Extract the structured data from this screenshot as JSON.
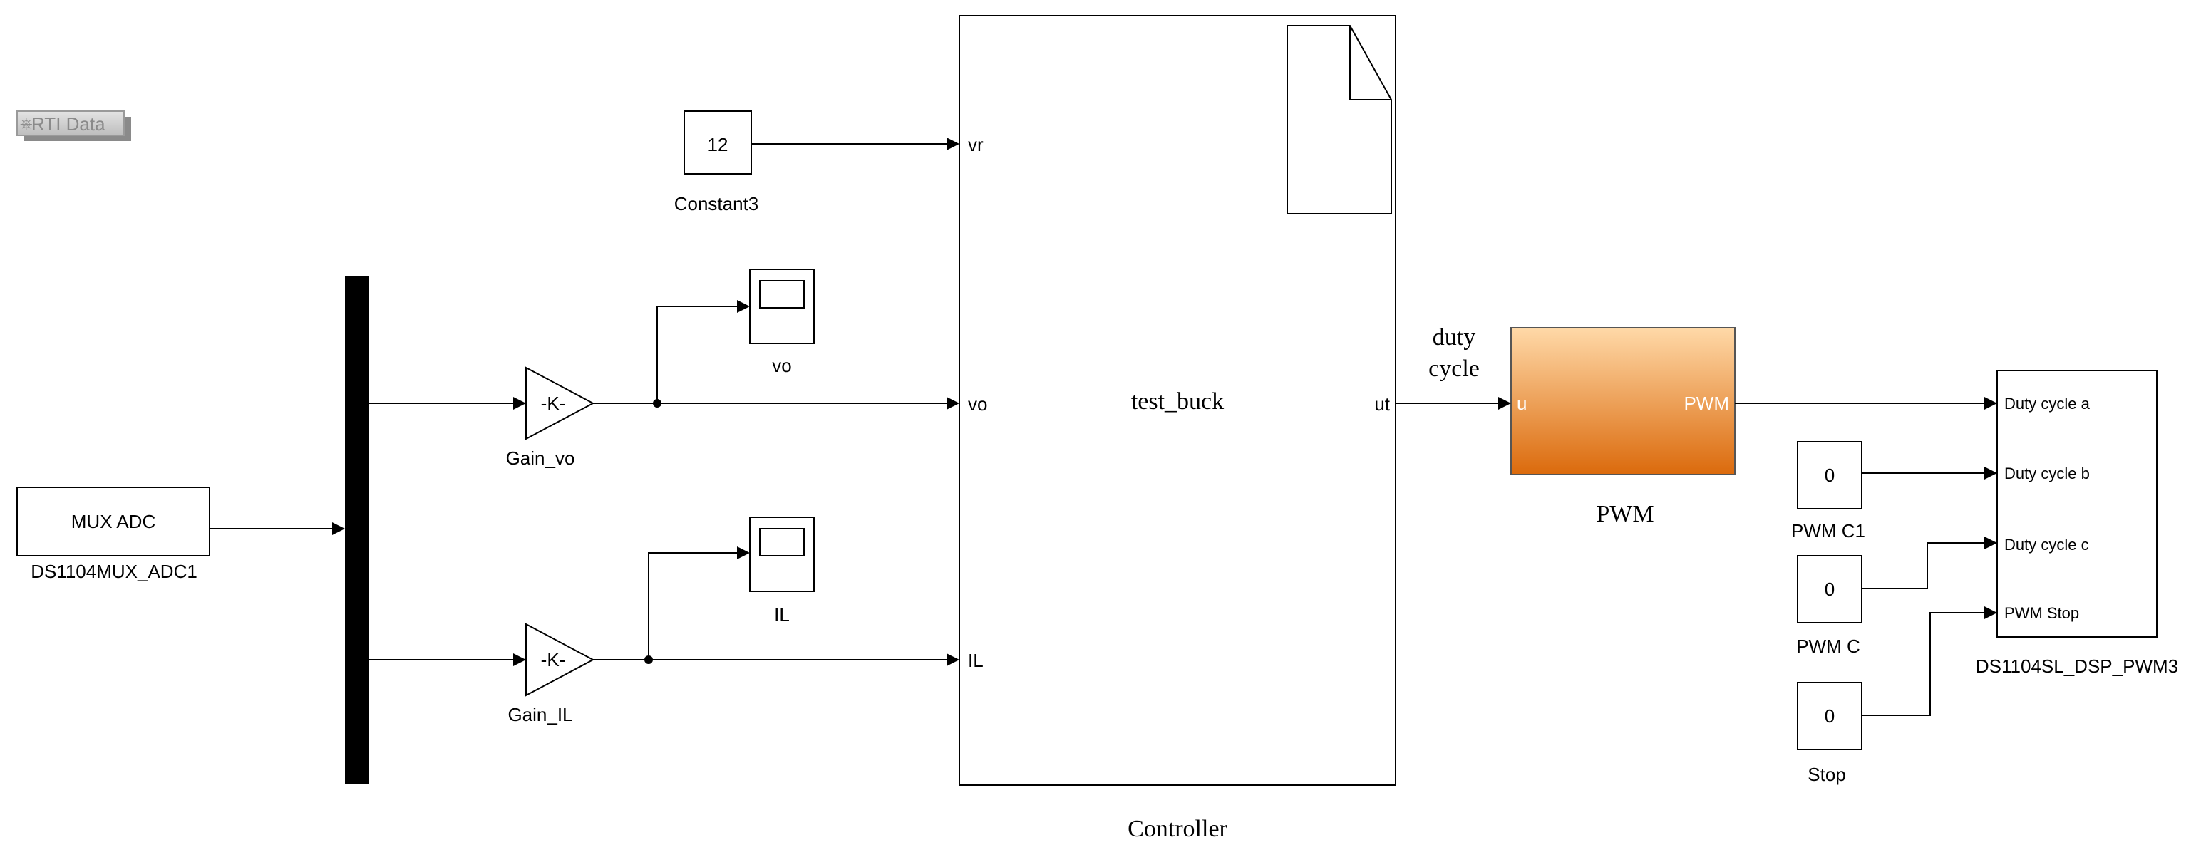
{
  "rti_data": {
    "label": "RTI Data"
  },
  "constant3": {
    "value": "12",
    "name": "Constant3"
  },
  "mux_adc": {
    "label": "MUX ADC",
    "name": "DS1104MUX_ADC1"
  },
  "gain_vo": {
    "symbol": "-K-",
    "name": "Gain_vo"
  },
  "gain_il": {
    "symbol": "-K-",
    "name": "Gain_IL"
  },
  "scope_vo": {
    "name": "vo"
  },
  "scope_il": {
    "name": "IL"
  },
  "controller": {
    "title": "test_buck",
    "name": "Controller",
    "in_vr": "vr",
    "in_vo": "vo",
    "in_il": "IL",
    "out_ut": "ut"
  },
  "duty_label": {
    "line1": "duty",
    "line2": "cycle"
  },
  "pwm": {
    "in_port": "u",
    "out_port": "PWM",
    "name": "PWM",
    "color_top": "#ffd9a8",
    "color_bottom": "#db6a0c"
  },
  "pwm_c1": {
    "value": "0",
    "name": "PWM C1"
  },
  "pwm_c": {
    "value": "0",
    "name": "PWM C"
  },
  "stop": {
    "value": "0",
    "name": "Stop"
  },
  "dsp_pwm": {
    "name": "DS1104SL_DSP_PWM3",
    "port_a": "Duty cycle a",
    "port_b": "Duty cycle b",
    "port_c": "Duty cycle c",
    "port_stop": "PWM Stop"
  }
}
